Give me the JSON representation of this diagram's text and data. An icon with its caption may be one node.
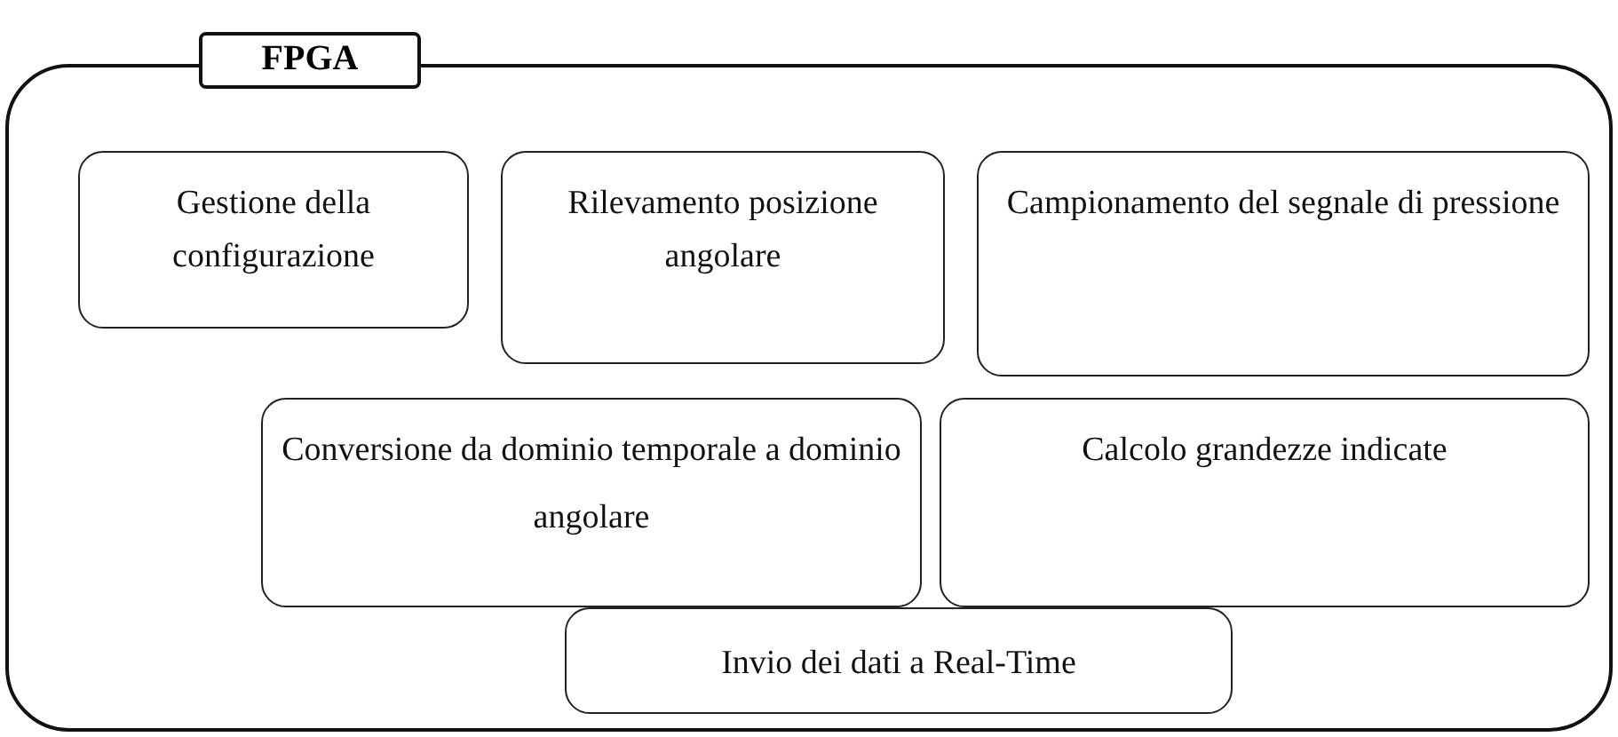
{
  "diagram": {
    "nodes": [
      {
        "text": [
          "FPGA"
        ]
      },
      {
        "text": [
          "Gestione della configurazione"
        ],
        "in": 0
      },
      {
        "text": [
          "Rilevamento posizione angolare"
        ],
        "in": 0
      },
      {
        "text": [
          "Campionamento del segnale di pressione"
        ],
        "in": 0
      },
      {
        "text": [
          "Conversione da dominio temporale a dominio angolare"
        ],
        "in": 0
      },
      {
        "text": [
          "Calcolo grandezze indicate"
        ],
        "in": 0
      },
      {
        "text": [
          "Invio dei dati a Real-Time"
        ],
        "in": 0
      }
    ]
  }
}
